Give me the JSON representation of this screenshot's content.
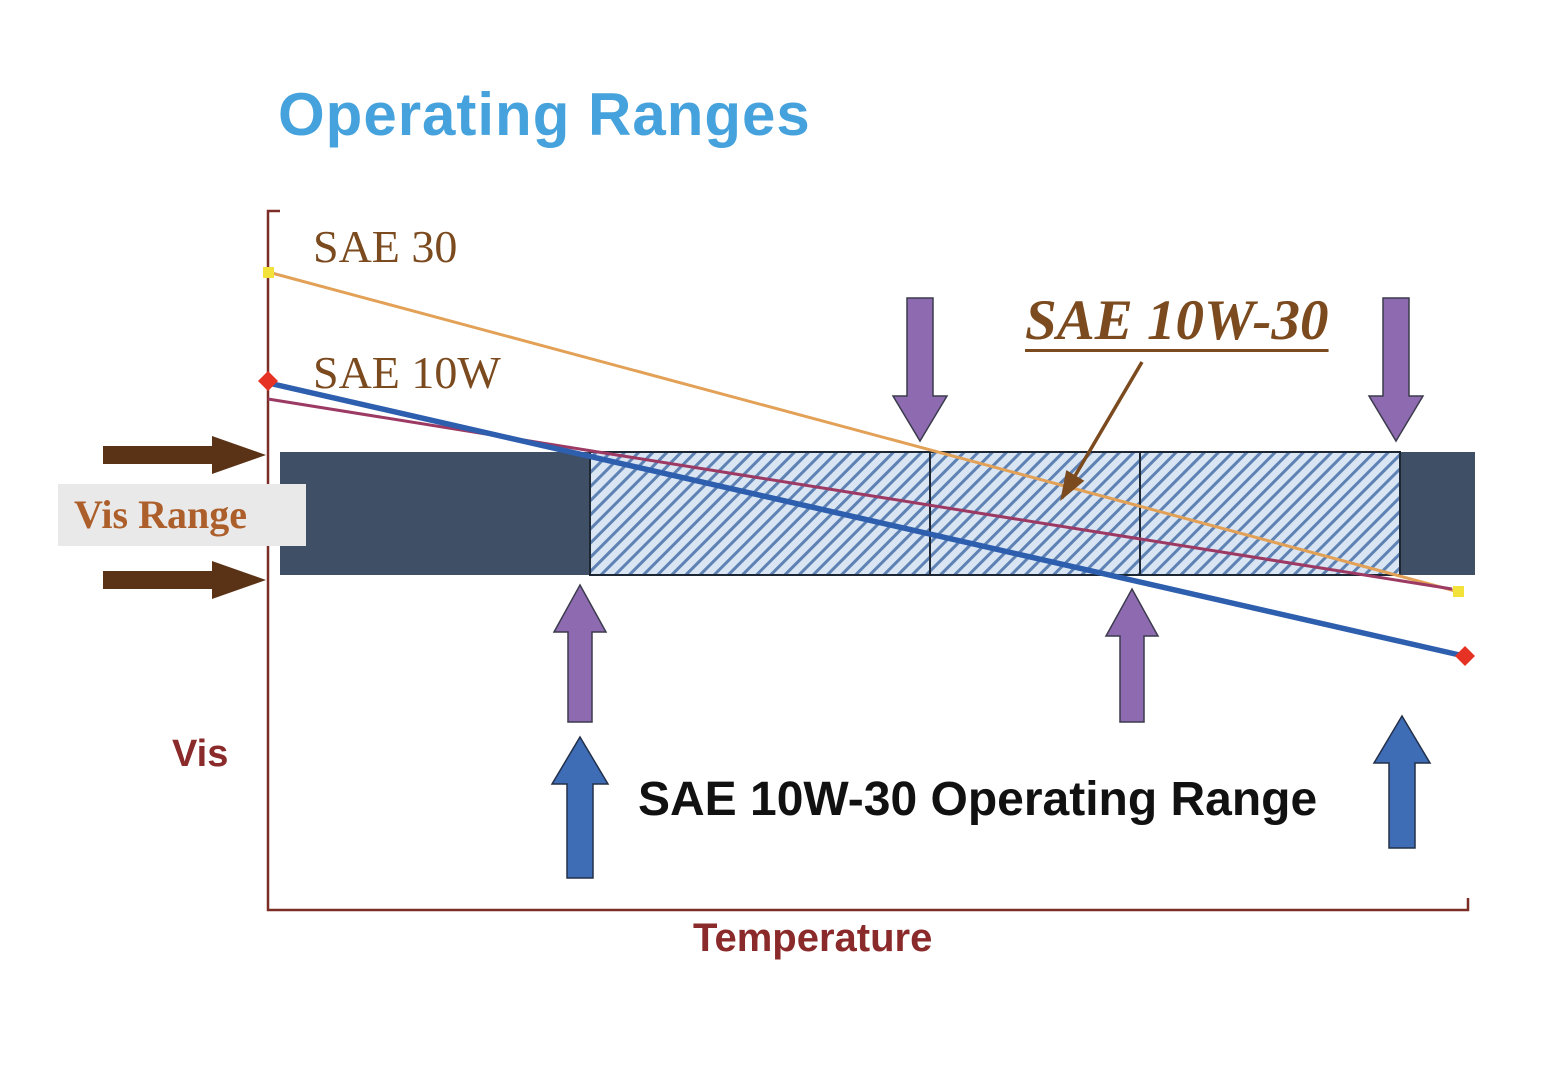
{
  "title": "Operating Ranges",
  "axes": {
    "x_label": "Temperature",
    "y_label": "Vis"
  },
  "labels": {
    "sae30": "SAE 30",
    "sae10w": "SAE 10W",
    "sae10w30": "SAE 10W-30",
    "vis_range": "Vis Range",
    "operating_range": "SAE 10W-30 Operating Range"
  },
  "colors": {
    "title": "#45A2DC",
    "axis": "#7B2D26",
    "axis_label_text": "#8B2A2A",
    "serif_label_text": "#7B4A1E",
    "vis_range_text": "#AD5F2B",
    "vis_range_bg": "#E9E9E9",
    "band_dark": "#3E4F66",
    "hatch_bg": "#D9E5F3",
    "hatch_stripe": "#5E82B4",
    "sae30_line": "#E2A156",
    "sae10w_line": "#2E5FAE",
    "sae10w30_line": "#9C3A64",
    "marker_yellow": "#F2E23A",
    "marker_red": "#E63224",
    "arrow_purple": "#8E6BB0",
    "arrow_blue": "#3E6CB5",
    "arrow_brown": "#5A3317",
    "callout_arrow": "#7B4A1E",
    "operating_range_text": "#111111"
  },
  "chart_data": {
    "type": "line",
    "title": "Operating Ranges",
    "xlabel": "Temperature",
    "ylabel": "Vis",
    "series": [
      {
        "name": "SAE 30",
        "color": "#E2A156",
        "marker": "yellow-square",
        "x": [
          0,
          0.99
        ],
        "y": [
          0.91,
          0.45
        ]
      },
      {
        "name": "SAE 10W",
        "color": "#2E5FAE",
        "marker": "red-diamond",
        "x": [
          0,
          1.0
        ],
        "y": [
          0.75,
          0.36
        ]
      },
      {
        "name": "SAE 10W-30",
        "color": "#9C3A64",
        "marker": "none",
        "x": [
          0,
          0.99
        ],
        "y": [
          0.73,
          0.46
        ]
      }
    ],
    "vis_range_band": {
      "y_top": 0.65,
      "y_bottom": 0.48
    },
    "sae10w30_operating_range": {
      "x_start": 0.27,
      "x_end": 0.94
    }
  }
}
